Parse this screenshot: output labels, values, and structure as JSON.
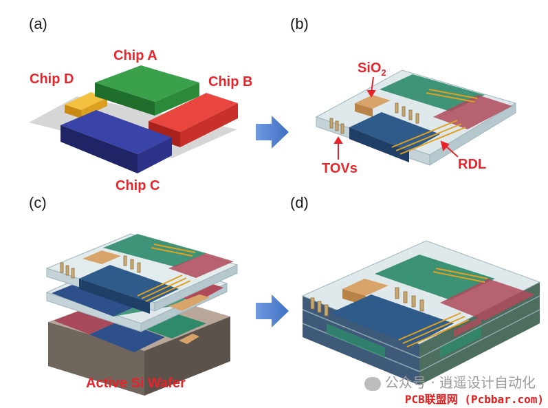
{
  "panels": {
    "a": "(a)",
    "b": "(b)",
    "c": "(c)",
    "d": "(d)"
  },
  "labels": {
    "chip_a": "Chip A",
    "chip_b": "Chip B",
    "chip_c": "Chip C",
    "chip_d": "Chip D",
    "sio2_main": "SiO",
    "sio2_sub": "2",
    "tovs": "TOVs",
    "rdl": "RDL",
    "active_si_wafer": "Active Si Wafer"
  },
  "watermark": "公众号 · 逍遥设计自动化",
  "credit": "PCB联盟网 (Pcbbar.com)",
  "colors": {
    "chip_a": "#2e8b3d",
    "chip_b": "#d9312b",
    "chip_c": "#2d3590",
    "chip_d": "#e9a020",
    "label": "#e8232a",
    "arrow": "#4f7fcf"
  }
}
